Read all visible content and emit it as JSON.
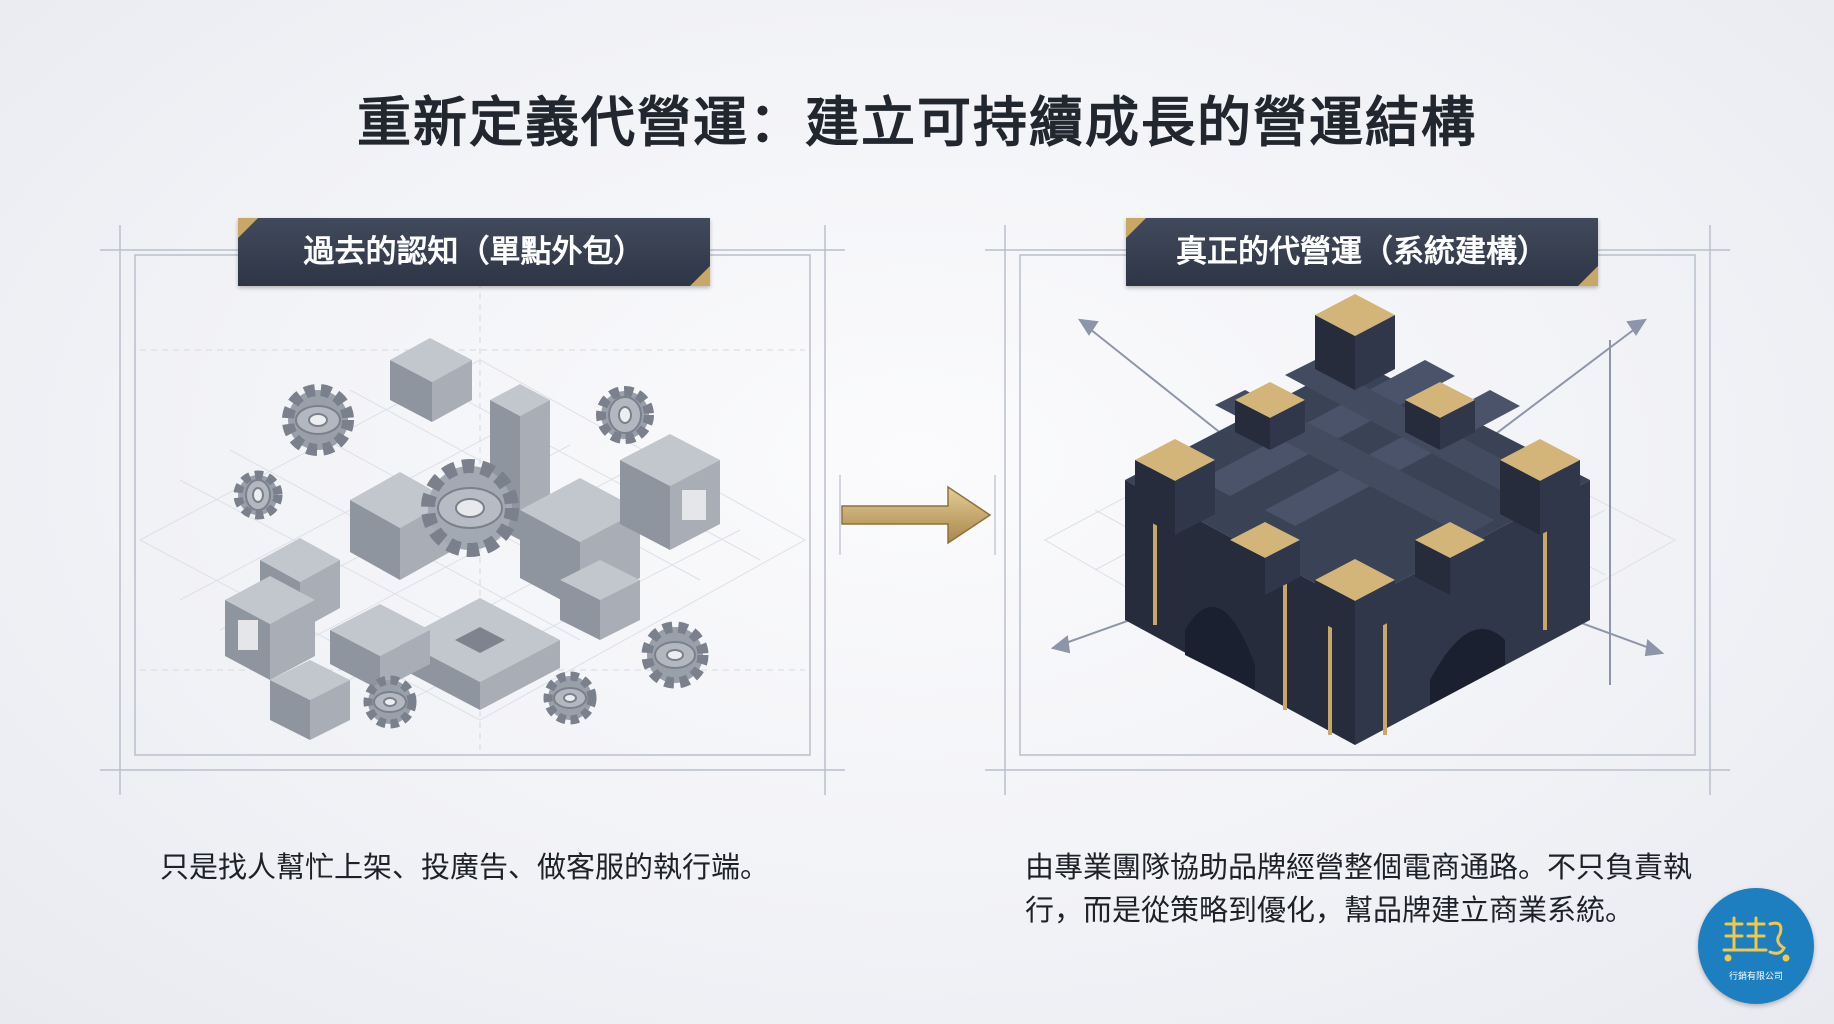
{
  "title": "重新定義代營運：建立可持續成長的營運結構",
  "left_panel": {
    "tag_label": "過去的認知（單點外包）",
    "caption": "只是找人幫忙上架、投廣告、做客服的執行端。"
  },
  "right_panel": {
    "tag_label": "真正的代營運（系統建構）",
    "caption": "由專業團隊協助品牌經營整個電商通路。不只負責執行，而是從策略到優化，幫品牌建立商業系統。"
  },
  "logo": {
    "text": "行銷有限公司"
  },
  "colors": {
    "tag_bg": "#353c4c",
    "gold": "#c8a767",
    "navy": "#2f3648",
    "gray_block": "#9ea4ae",
    "logo_blue": "#1d7fc0"
  },
  "icons": [
    "gear-icon",
    "arrow-right-icon"
  ]
}
